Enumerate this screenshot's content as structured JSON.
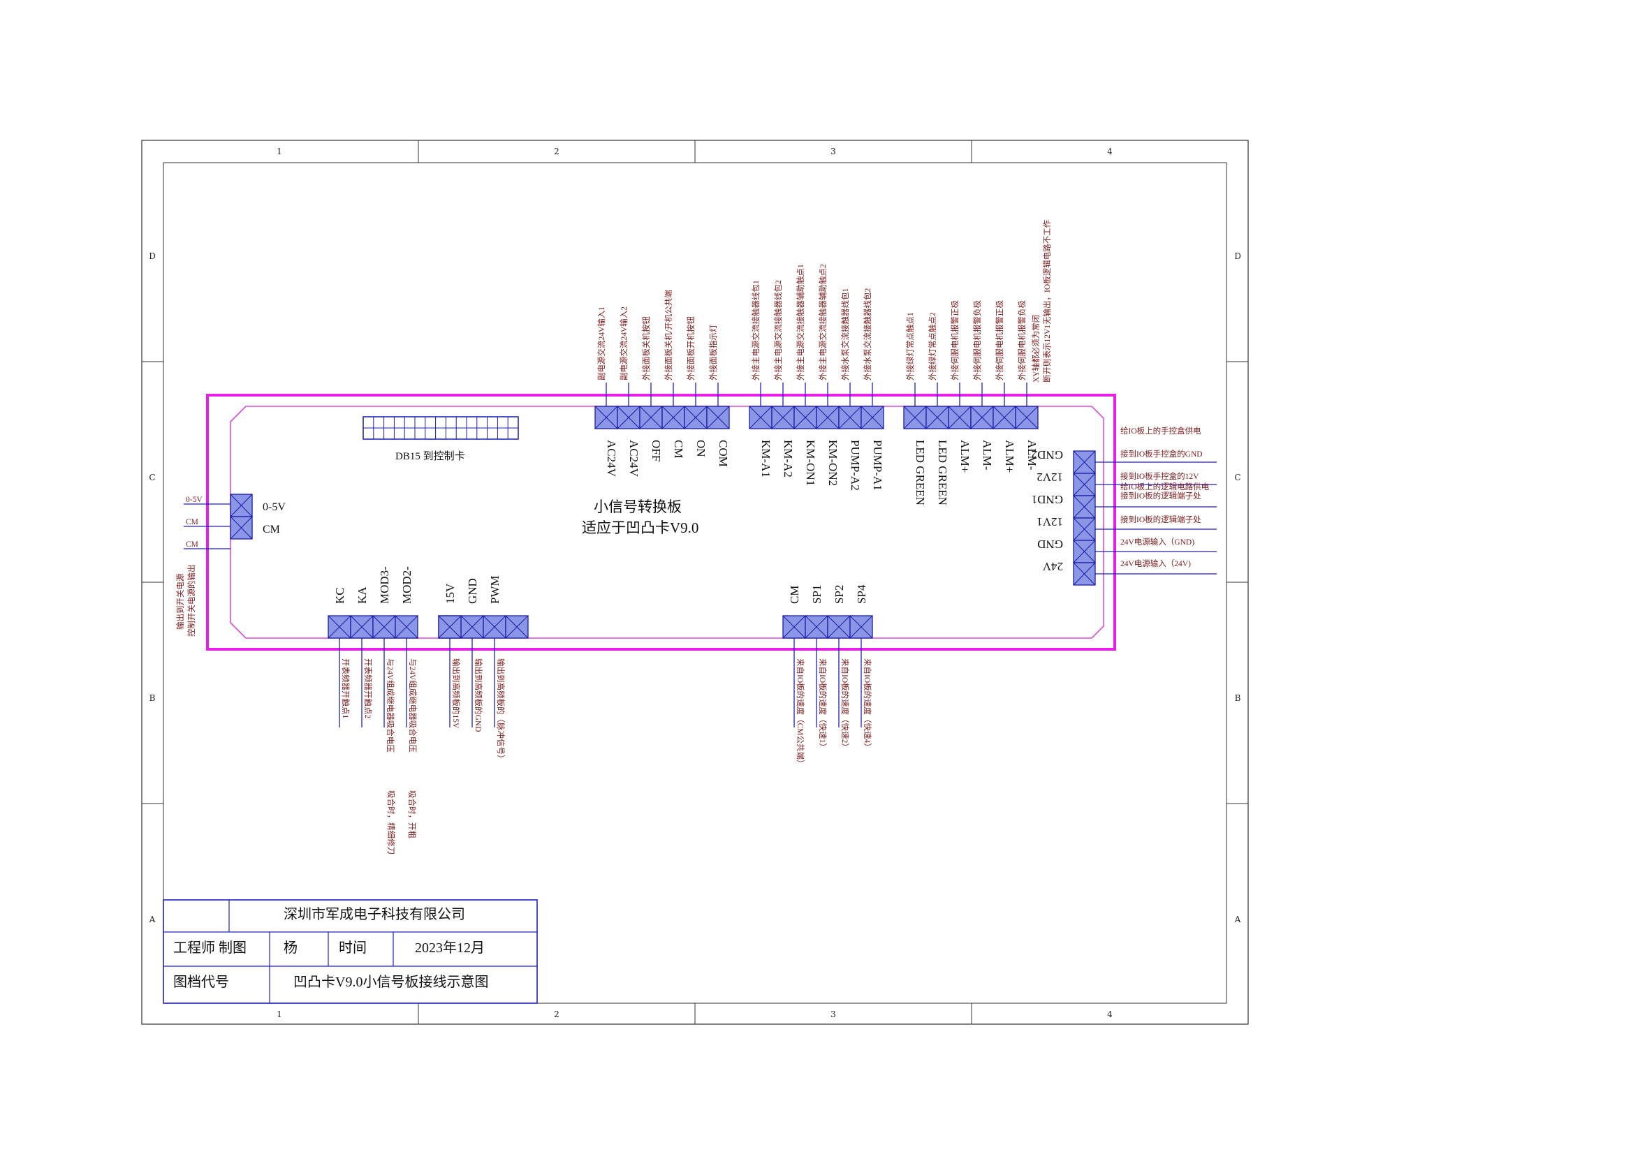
{
  "frame": {
    "col_labels": [
      "1",
      "2",
      "3",
      "4"
    ],
    "row_labels": [
      "D",
      "C",
      "B",
      "A"
    ]
  },
  "board": {
    "title": "小信号转换板",
    "subtitle": "适应于凹凸卡V9.0",
    "db15_label": "DB15 到控制卡"
  },
  "top_group1": {
    "pins": [
      "AC24V",
      "AC24V",
      "OFF",
      "CM",
      "ON",
      "COM"
    ],
    "descs": [
      "副电源交流24V输入1",
      "副电源交流24V输入2",
      "外接面板关机按钮",
      "外接面板关机/开机公共端",
      "外接面板开机按钮",
      "外接面板指示灯"
    ]
  },
  "top_group2": {
    "pins": [
      "KM-A1",
      "KM-A2",
      "KM-ON1",
      "KM-ON2",
      "PUMP-A2",
      "PUMP-A1"
    ],
    "descs": [
      "外接主电源交流接触器线包1",
      "外接主电源交流接触器线包2",
      "外接主电源交流接触器辅助触点1",
      "外接主电源交流接触器辅助触点2",
      "外接水泵交流接触器线包1",
      "外接水泵交流接触器线包2"
    ]
  },
  "top_group3": {
    "pins": [
      "LED GREEN",
      "LED GREEN",
      "ALM+",
      "ALM-",
      "ALM+",
      "ALM-"
    ],
    "descs": [
      "外接绿灯常点触点1",
      "外接绿灯常点触点2",
      "外接伺服电机报警正极",
      "外接伺服电机报警负极",
      "外接伺服电机报警正极",
      "外接伺服电机报警负极"
    ],
    "note1": "XY轴都必须为常闭",
    "note2": "断开则表示12V1无输出，IO板逻辑电路不工作"
  },
  "left_group": {
    "pins": [
      "0-5V",
      "CM"
    ],
    "wire_labels": [
      "0-5V",
      "CM",
      "CM"
    ],
    "note1": "输出到开关电源",
    "note2": "控制开关电源的输出"
  },
  "right_group": {
    "pins": [
      "GND2",
      "12V2",
      "GND1",
      "12V1",
      "GND",
      "24V"
    ],
    "descs": [
      "给IO板上的手控盒供电",
      "接到IO板手控盒的GND",
      "接到IO板手控盒的12V",
      "给IO板上的逻辑电路供电",
      "接到IO板的逻辑端子处",
      "接到IO板的逻辑端子处",
      "24V电源输入（GND)",
      "24V电源输入（24V)"
    ]
  },
  "bottom_group1": {
    "pins": [
      "KC",
      "KA",
      "MOD3-",
      "MOD2-"
    ],
    "descs": [
      "开表频器开触点1",
      "开表频器开触点2",
      "与24V组成继电器吸合电压",
      "与24V组成继电器吸合电压"
    ],
    "extra1": "吸合时，精细修刀",
    "extra2": "吸合时，开粗"
  },
  "bottom_group2": {
    "pins": [
      "15V",
      "GND",
      "PWM"
    ],
    "descs": [
      "输出到高频板的15V",
      "输出到高频板的GND",
      "输出到高频板的（脉冲信号）"
    ]
  },
  "bottom_group3": {
    "pins": [
      "CM",
      "SP1",
      "SP2",
      "SP4"
    ],
    "descs": [
      "来自IO板的速度（CM公共端）",
      "来自IO板的速度（快速1）",
      "来自IO板的速度（快速2）",
      "来自IO板的速度（快速4）"
    ]
  },
  "title_block": {
    "company": "深圳市军成电子科技有限公司",
    "engineer_label": "工程师 制图",
    "engineer_name": "杨",
    "time_label": "时间",
    "date": "2023年12月",
    "drawing_label": "图档代号",
    "drawing_name": "凹凸卡V9.0小信号板接线示意图"
  },
  "colors": {
    "board_outline": "#e61ee6",
    "inner_outline": "#d94cd9",
    "connector_fill": "#8a96e6",
    "connector_stroke": "#1c1caa",
    "wire": "#1c1cc8",
    "label_text": "#7b1a1a",
    "title_block": "#2020c0"
  }
}
